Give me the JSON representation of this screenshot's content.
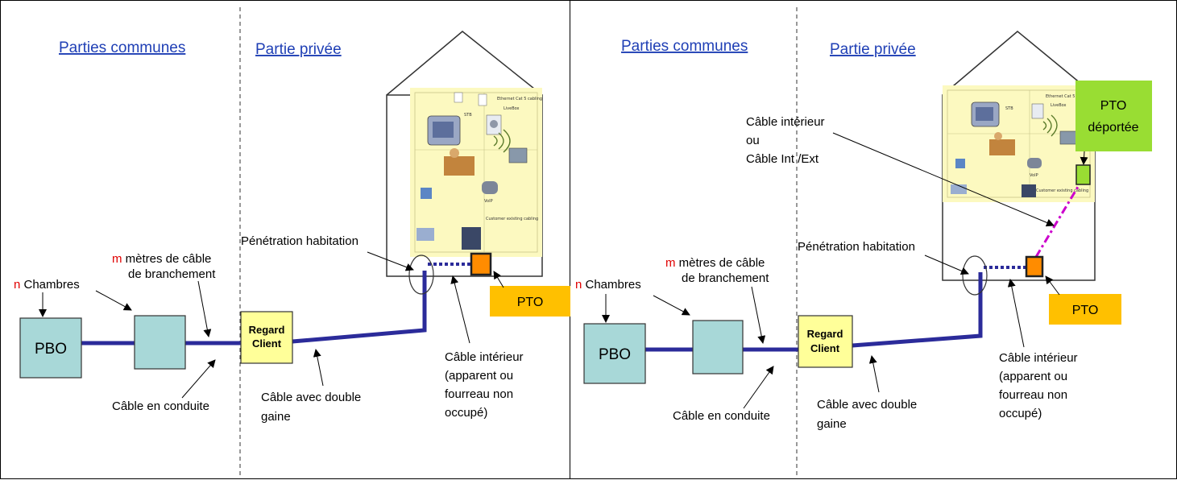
{
  "panels": [
    {
      "heading_common": "Parties communes",
      "heading_private": "Partie privée",
      "n_marker": "n",
      "n_label": " Chambres",
      "m_marker": "m",
      "m_label_line1": " mètres de câble",
      "m_label_line2": "de branchement",
      "pbo": "PBO",
      "regard_line1": "Regard",
      "regard_line2": "Client",
      "penetration": "Pénétration habitation",
      "pto": "PTO",
      "cable_conduit": "Câble en conduite",
      "cable_double_line1": "Câble avec double",
      "cable_double_line2": "gaine",
      "cable_int_lines": [
        "Câble intérieur",
        "(apparent ou",
        "fourreau non",
        "occupé)"
      ]
    },
    {
      "heading_common": "Parties communes",
      "heading_private": "Partie privée",
      "n_marker": "n",
      "n_label": " Chambres",
      "m_marker": "m",
      "m_label_line1": " mètres de câble",
      "m_label_line2": "de branchement",
      "pbo": "PBO",
      "regard_line1": "Regard",
      "regard_line2": "Client",
      "penetration": "Pénétration habitation",
      "pto": "PTO",
      "cable_conduit": "Câble en conduite",
      "cable_double_line1": "Câble avec double",
      "cable_double_line2": "gaine",
      "cable_int_lines": [
        "Câble intérieur",
        "(apparent ou",
        "fourreau non",
        "occupé)"
      ],
      "cable_int_ext_lines": [
        "Câble intérieur",
        "ou",
        "Câble Int /Ext"
      ],
      "pto_remote_line1": "PTO",
      "pto_remote_line2": "déportée"
    }
  ],
  "house_image_labels": [
    "Ethernet Cat 5 cabling",
    "LiveBox",
    "STB",
    "VoIP",
    "Customer existing cabling"
  ],
  "colors": {
    "heading": "#1f3fb5",
    "cable": "#2b2b9a",
    "box_fill": "#a8d8d8",
    "regard_fill": "#ffff99",
    "pto_box": "#ff8c00",
    "pto_label": "#ffc000",
    "pto_remote": "#99dd33",
    "int_ext_cable": "#cc00cc",
    "marker_red": "#e00000"
  }
}
